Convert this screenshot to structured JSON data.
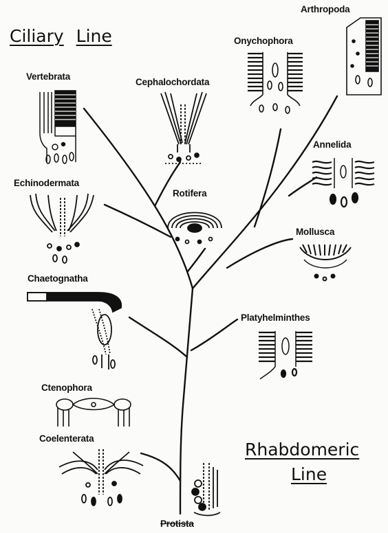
{
  "title": {
    "ciliary_word1": "Ciliary",
    "ciliary_word2": "Line",
    "rhabdomeric_word1": "Rhabdomeric",
    "rhabdomeric_word2": "Line"
  },
  "taxa": {
    "vertebrata": "Vertebrata",
    "cephalochordata": "Cephalochordata",
    "onychophora": "Onychophora",
    "arthropoda": "Arthropoda",
    "echinodermata": "Echinodermata",
    "rotifera": "Rotifera",
    "annelida": "Annelida",
    "mollusca": "Mollusca",
    "chaetognatha": "Chaetognatha",
    "platyhelminthes": "Platyhelminthes",
    "ctenophora": "Ctenophora",
    "coelenterata": "Coelenterata",
    "protista": "Protista"
  },
  "colors": {
    "ink": "#111111",
    "paper": "#fbfbf9"
  }
}
